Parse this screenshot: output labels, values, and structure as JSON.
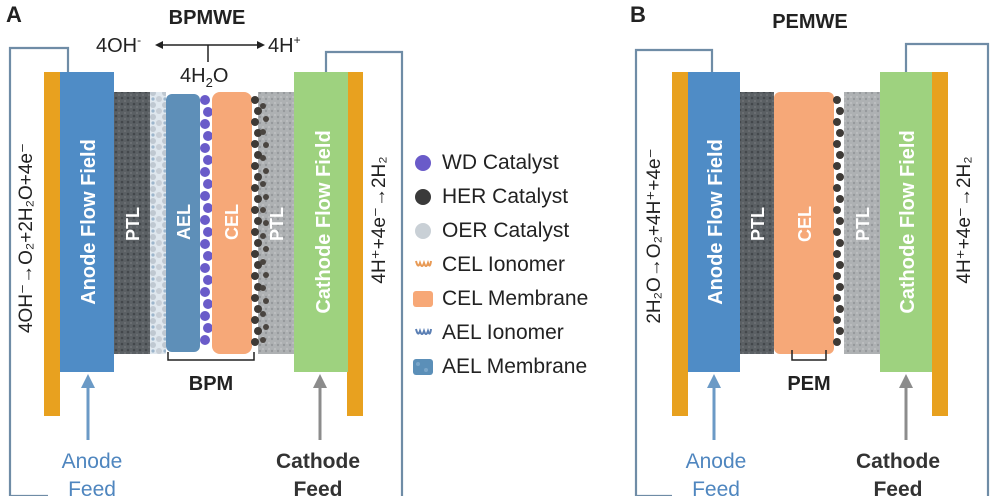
{
  "panel_a": {
    "letter": "A",
    "title": "BPMWE",
    "top_left_ion": "4OH",
    "top_left_sup": "-",
    "top_right_ion": "4H",
    "top_right_sup": "+",
    "water": "4H",
    "water_sub": "2",
    "water_o": "O",
    "anode_reaction": "4OH⁻→O₂+2H₂O+4e⁻",
    "cathode_reaction": "4H⁺+4e⁻→2H₂",
    "anode_flow_field": "Anode Flow Field",
    "cathode_flow_field": "Cathode Flow Field",
    "ptl_left": "PTL",
    "ptl_right": "PTL",
    "ael": "AEL",
    "cel": "CEL",
    "bpm": "BPM",
    "anode_feed_1": "Anode",
    "anode_feed_2": "Feed",
    "cathode_feed_1": "Cathode",
    "cathode_feed_2": "Feed"
  },
  "panel_b": {
    "letter": "B",
    "title": "PEMWE",
    "anode_reaction": "2H₂O→O₂+4H⁺+4e⁻",
    "cathode_reaction": "4H⁺+4e⁻→2H₂",
    "anode_flow_field": "Anode Flow Field",
    "cathode_flow_field": "Cathode Flow Field",
    "ptl_left": "PTL",
    "ptl_right": "PTL",
    "cel": "CEL",
    "pem": "PEM",
    "anode_feed_1": "Anode",
    "anode_feed_2": "Feed",
    "cathode_feed_1": "Cathode",
    "cathode_feed_2": "Feed"
  },
  "legend": [
    {
      "icon": "wd-catalyst-icon",
      "label": "WD Catalyst",
      "color": "#6a5bc9"
    },
    {
      "icon": "her-catalyst-icon",
      "label": "HER Catalyst",
      "color": "#3a3a3a"
    },
    {
      "icon": "oer-catalyst-icon",
      "label": "OER Catalyst",
      "color": "#c9d0d6"
    },
    {
      "icon": "cel-ionomer-icon",
      "label": "CEL Ionomer",
      "color": "#e89a55"
    },
    {
      "icon": "cel-membrane-icon",
      "label": "CEL Membrane",
      "color": "#f7a877"
    },
    {
      "icon": "ael-ionomer-icon",
      "label": "AEL Ionomer",
      "color": "#5b7fb4"
    },
    {
      "icon": "ael-membrane-icon",
      "label": "AEL Membrane",
      "color": "#5b8fb8"
    }
  ],
  "colors": {
    "gold_plate": "#e8a11f",
    "anode_field": "#4f8cc6",
    "cathode_field": "#9ed27f",
    "ptl_dark": "#555a5e",
    "ptl_light": "#a8abad",
    "ael_layer": "#5e8fb8",
    "cel_layer": "#f6a878",
    "wire": "#6f8ca6",
    "anode_text": "#4f86bf",
    "arrow_blue": "#6b9ac6",
    "arrow_gray": "#8c8c8c"
  }
}
